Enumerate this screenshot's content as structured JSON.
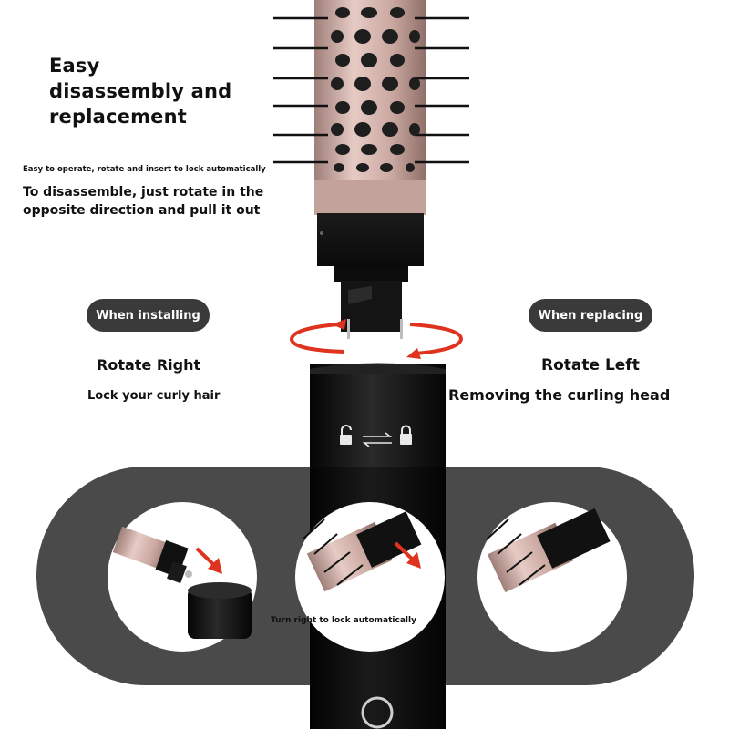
{
  "headline": {
    "line1": "Easy",
    "line2": "disassembly and",
    "line3": "replacement"
  },
  "small_note": "Easy to operate, rotate and insert to lock automatically",
  "instructions": {
    "line1": "To disassemble, just rotate in the",
    "line2": "opposite direction and pull it out"
  },
  "installing": {
    "badge": "When installing",
    "action": "Rotate Right",
    "detail": "Lock your curly hair"
  },
  "replacing": {
    "badge": "When replacing",
    "action": "Rotate Left",
    "detail": "Removing the curling head"
  },
  "step_caption": "Turn right to lock automatically",
  "colors": {
    "panel": "#4a4a4a",
    "badge": "#3a3a3a",
    "arrow_red": "#e0331f",
    "barrel_pink": "#c9a7a0",
    "handle_black": "#121212"
  },
  "icons": [
    "unlock-icon",
    "swap-arrows-icon",
    "lock-icon",
    "rotate-arrows-icon",
    "red-arrow-icon"
  ]
}
